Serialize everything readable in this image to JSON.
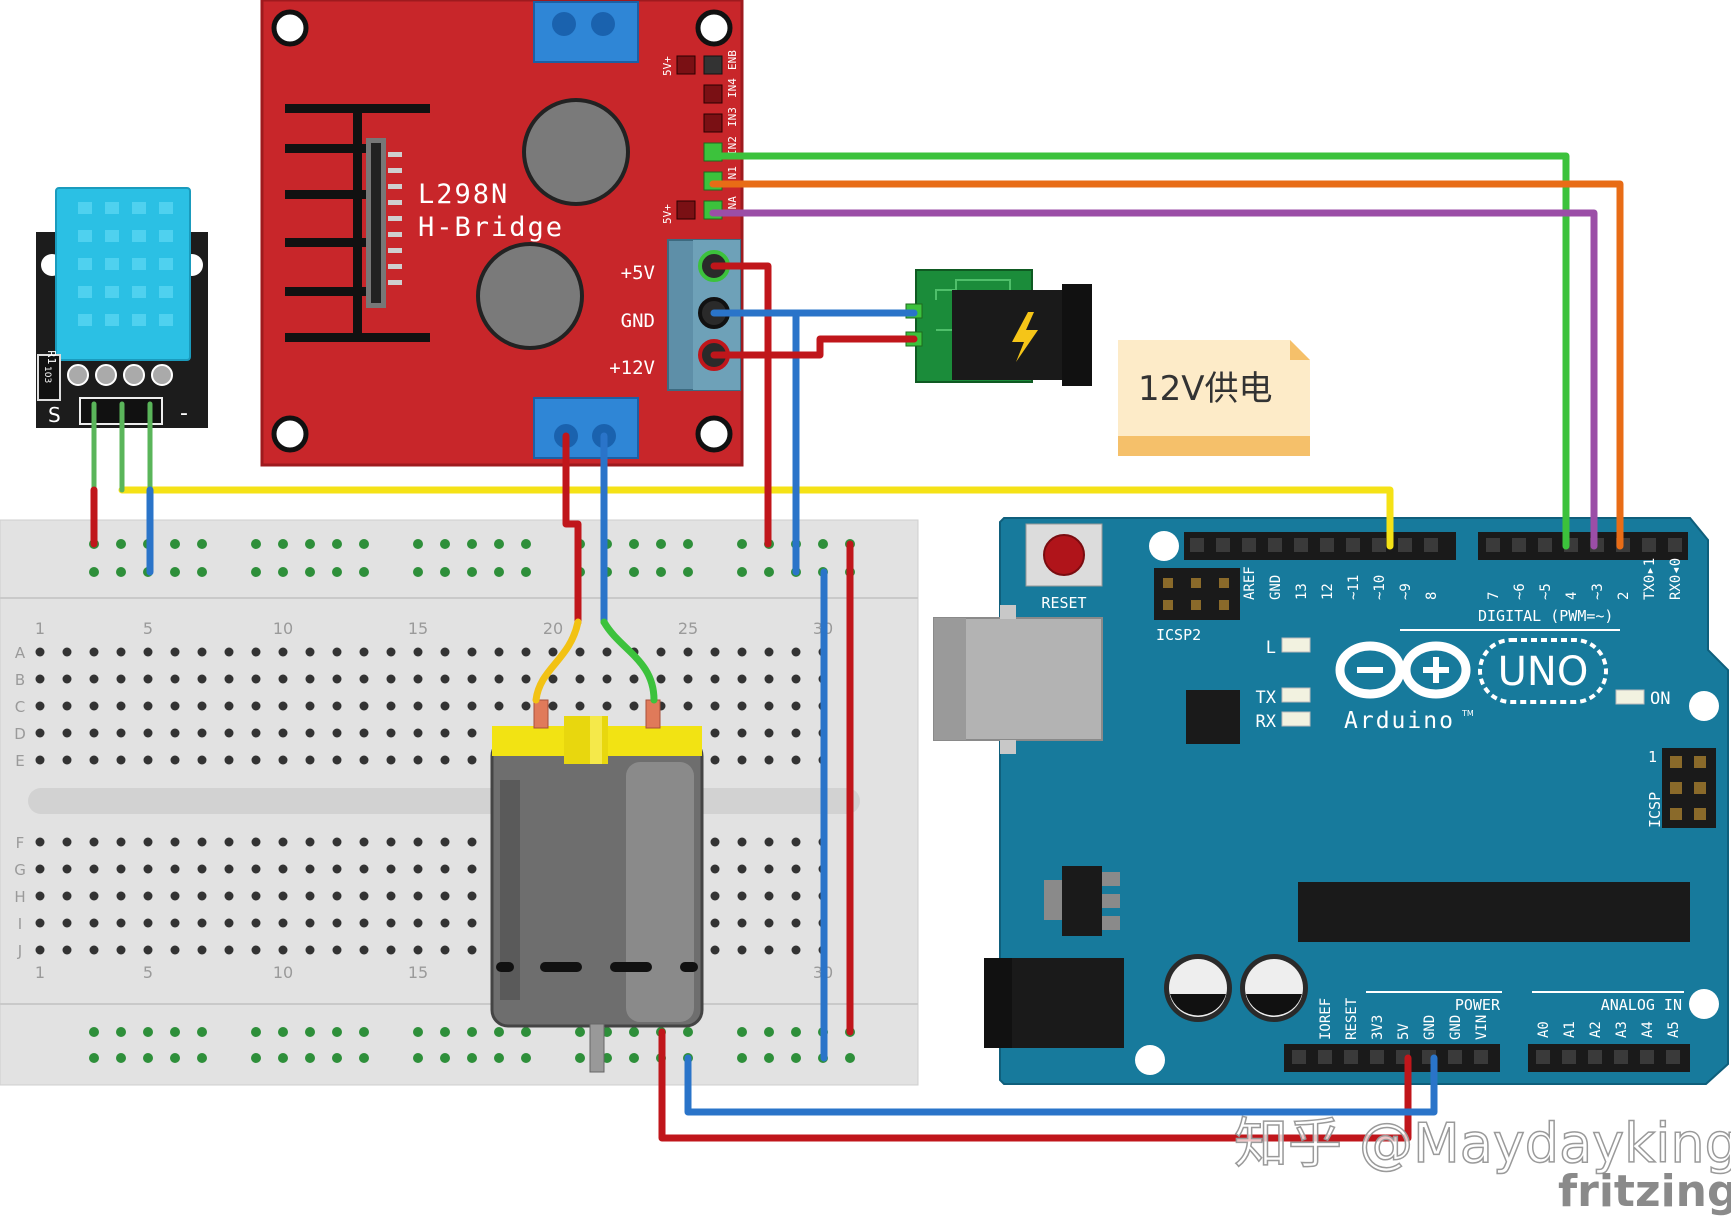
{
  "l298n": {
    "title": "L298N",
    "subtitle": "H-Bridge",
    "power_labels": [
      "+5V",
      "GND",
      "+12V"
    ],
    "header_labels": [
      "5V+",
      "IN4",
      "ENB",
      "IN3",
      "IN2",
      "IN1",
      "ENA",
      "5V+"
    ]
  },
  "sensor": {
    "pin_s": "S",
    "pin_minus": "-",
    "resistor_label": "R1",
    "resistor_value": "103"
  },
  "power_note": {
    "text": "12V供电"
  },
  "breadboard": {
    "row_letters_top": [
      "A",
      "B",
      "C",
      "D",
      "E"
    ],
    "row_letters_bottom": [
      "F",
      "G",
      "H",
      "I",
      "J"
    ],
    "column_numbers": [
      "1",
      "5",
      "10",
      "15",
      "20",
      "25",
      "30"
    ]
  },
  "arduino": {
    "reset_label": "RESET",
    "icsp2_label": "ICSP2",
    "icsp_label": "ICSP",
    "icsp_pin1": "1",
    "led_l": "L",
    "led_tx": "TX",
    "led_rx": "RX",
    "on_label": "ON",
    "logo_text": "UNO",
    "brand": "Arduino",
    "brand_tm": "TM",
    "digital_label": "DIGITAL (PWM=~)",
    "digital_pins": [
      "AREF",
      "GND",
      "13",
      "12",
      "~11",
      "~10",
      "~9",
      "8",
      "7",
      "~6",
      "~5",
      "4",
      "~3",
      "2",
      "TX0▸1",
      "RX0◂0"
    ],
    "power_label": "POWER",
    "power_pins": [
      "IOREF",
      "RESET",
      "3V3",
      "5V",
      "GND",
      "GND",
      "VIN"
    ],
    "analog_label": "ANALOG IN",
    "analog_pins": [
      "A0",
      "A1",
      "A2",
      "A3",
      "A4",
      "A5"
    ]
  },
  "watermark": {
    "text": "知乎 @Maydayking"
  },
  "footer": {
    "brand": "fritzing"
  },
  "colors": {
    "l298n_board": "#c8262a",
    "arduino_board": "#177a9c",
    "sensor_body": "#2bc0e4",
    "breadboard": "#e2e2e2",
    "wire_red": "#c0161b",
    "wire_blue": "#2a74c9",
    "wire_green": "#3cc23c",
    "wire_orange": "#e86c16",
    "wire_purple": "#9b4ea7",
    "wire_yellow": "#f5e216",
    "note_body": "#fdebc8"
  }
}
